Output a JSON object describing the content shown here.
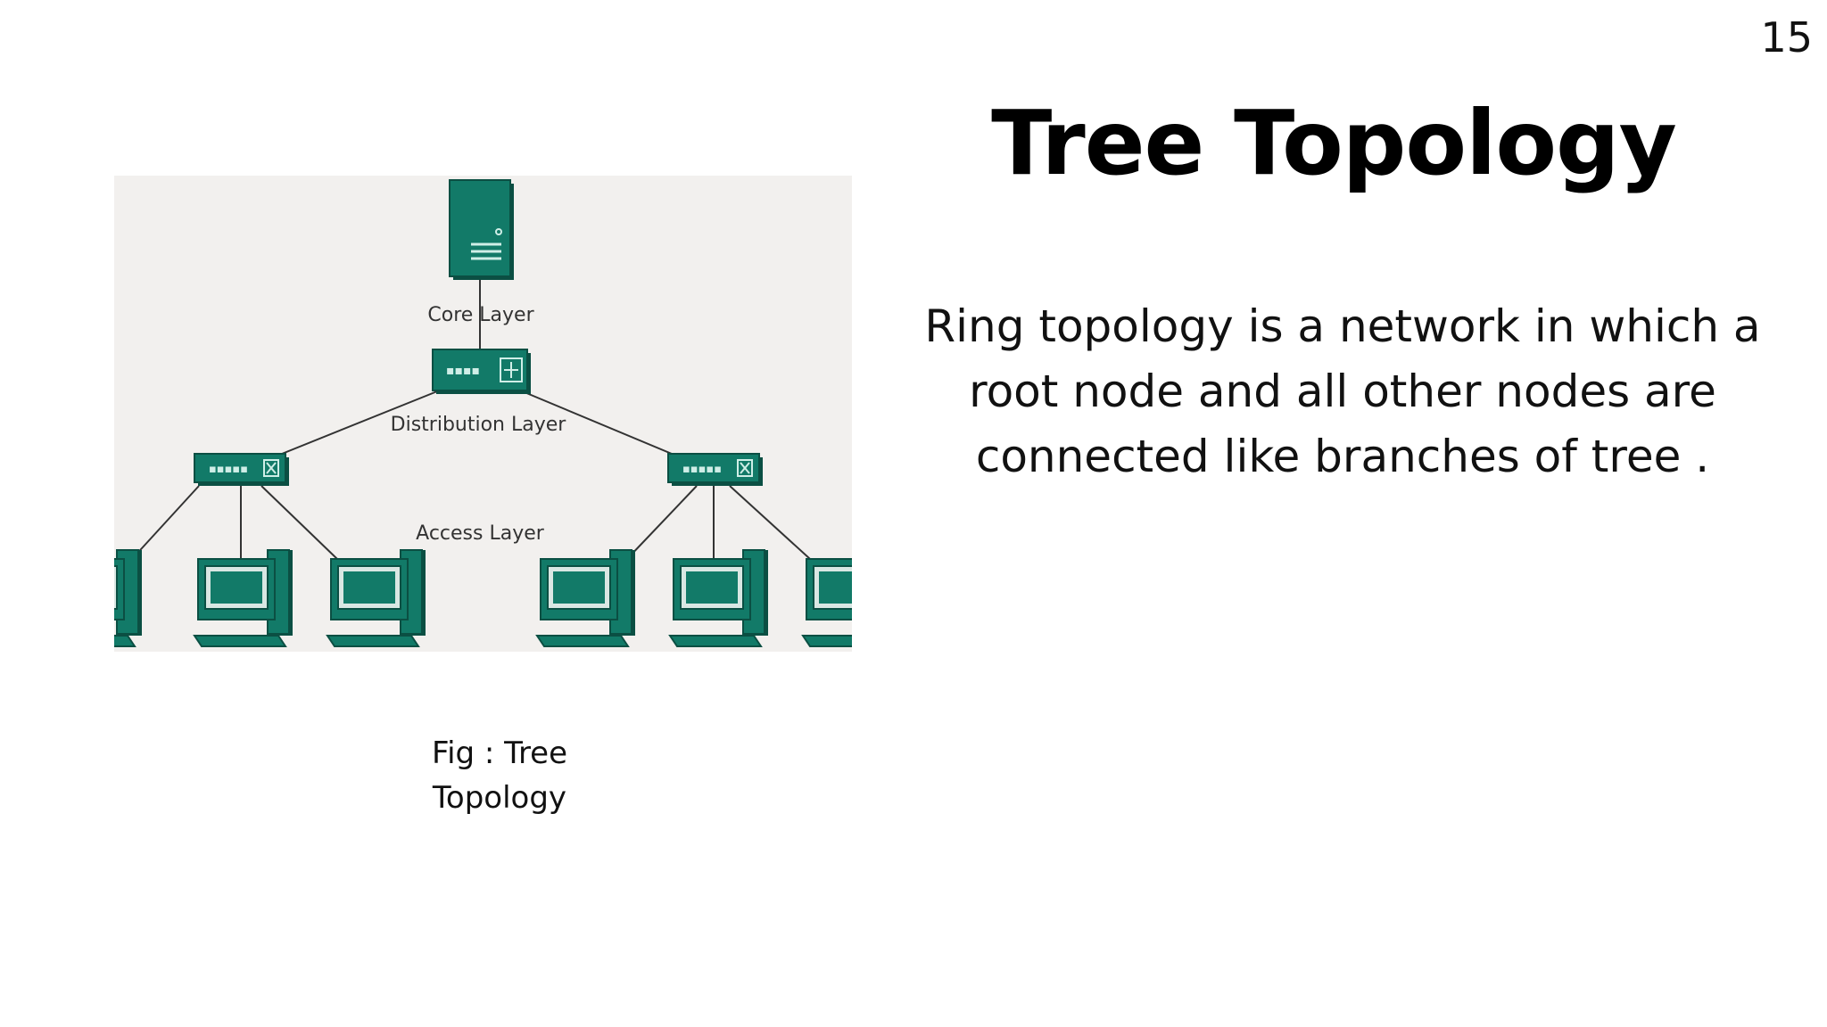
{
  "slide": {
    "page_number": "15",
    "title": "Tree Topology",
    "body": "Ring topology is a network in which a root node and all other nodes are connected like branches of tree ."
  },
  "figure": {
    "labels": {
      "core": "Core Layer",
      "distribution": "Distribution Layer",
      "access": "Access Layer"
    },
    "caption_line1": "Fig : Tree",
    "caption_line2": "Topology",
    "colors": {
      "device": "#127a68",
      "device_dark": "#0b4f43",
      "device_light": "#cfeee7",
      "background": "#f2f0ee",
      "link": "#333333"
    }
  }
}
